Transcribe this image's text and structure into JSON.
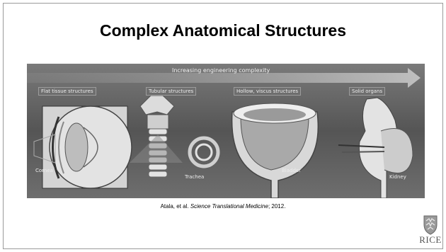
{
  "slide": {
    "title": "Complex Anatomical Structures"
  },
  "figure": {
    "arrow_label": "Increasing engineering complexity",
    "categories": [
      "Flat tissue structures",
      "Tubular structures",
      "Hollow, viscus structures",
      "Solid organs"
    ],
    "organs": [
      "Cornea",
      "Trachea",
      "Bladder",
      "Kidney"
    ]
  },
  "citation": {
    "authors": "Atala, et al. ",
    "journal": "Science Translational Medicine",
    "year": "; 2012."
  },
  "logo": {
    "text": "RICE"
  },
  "colors": {
    "figure_bg": "#6a6a6a",
    "label": "#ededed"
  }
}
